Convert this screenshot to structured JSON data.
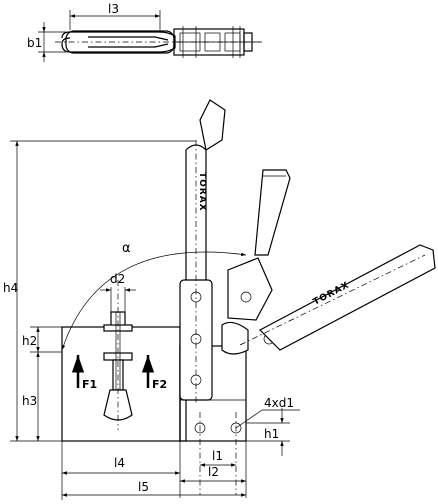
{
  "labels": {
    "l3": "l3",
    "b1": "b1",
    "h4": "h4",
    "h2": "h2",
    "h3": "h3",
    "h1": "h1",
    "d2": "d2",
    "alpha": "α",
    "l1": "l1",
    "l2": "l2",
    "l4": "l4",
    "l5": "l5",
    "holes": "4xd1",
    "F1": "F1",
    "F2": "F2"
  },
  "brand": "TORAX"
}
